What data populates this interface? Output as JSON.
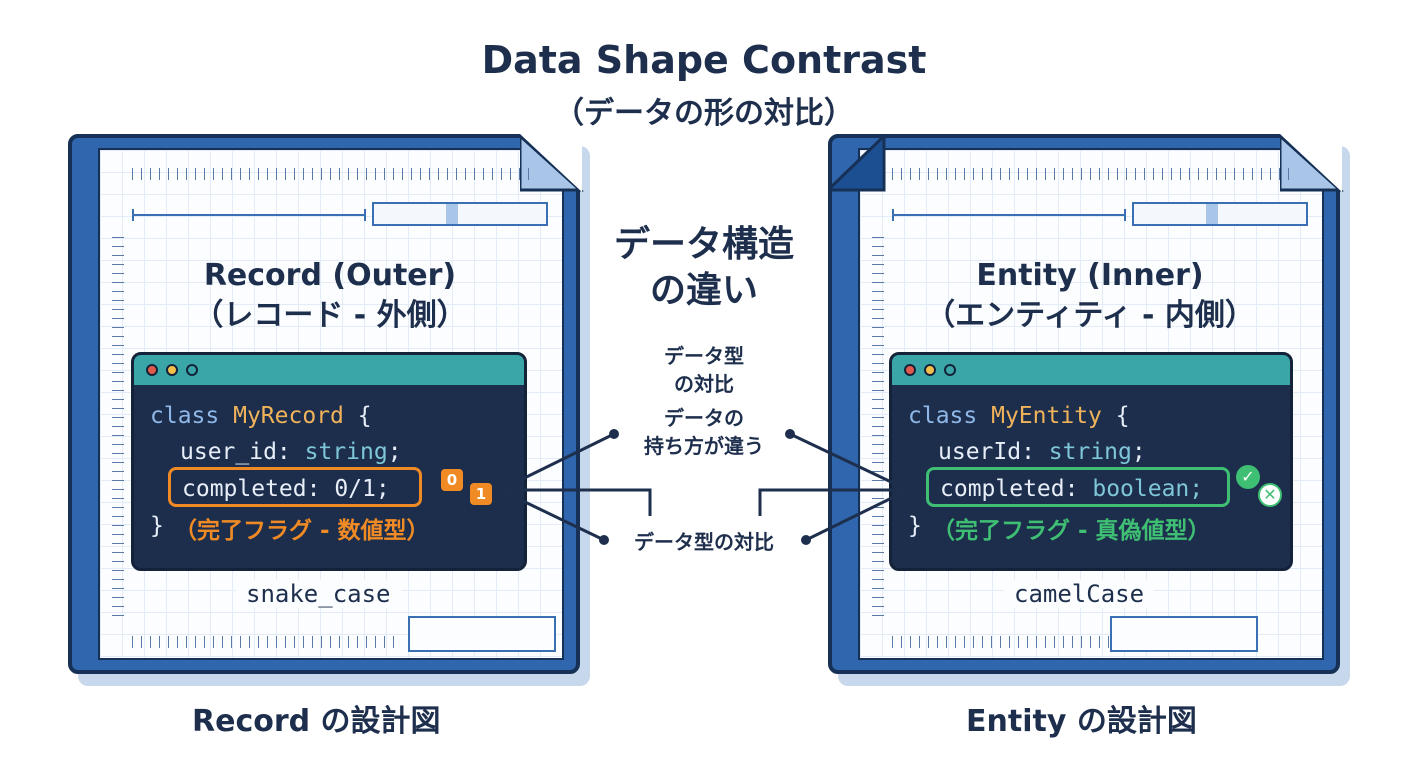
{
  "title": "Data Shape Contrast",
  "subtitle": "（データの形の対比）",
  "center": {
    "heading_line1": "データ構造",
    "heading_line2": "の違い",
    "note1_line1": "データ型",
    "note1_line2": "の対比",
    "note2_line1": "データの",
    "note2_line2": "持ち方が違う",
    "note3": "データ型の対比"
  },
  "left": {
    "heading_line1": "Record (Outer)",
    "heading_line2": "（レコード - 外側）",
    "code": {
      "keyword": "class",
      "class_name": "MyRecord",
      "open_brace": "{",
      "field1_name": "user_id:",
      "field1_type": "string",
      "semicolon": ";",
      "field2": "completed: 0/1;",
      "close_brace": "}",
      "comment": "（完了フラグ - 数値型）"
    },
    "badge_0": "0",
    "badge_1": "1",
    "case_label": "snake_case",
    "footer": "Record の設計図"
  },
  "right": {
    "heading_line1": "Entity (Inner)",
    "heading_line2": "（エンティティ - 内側）",
    "code": {
      "keyword": "class",
      "class_name": "MyEntity",
      "open_brace": "{",
      "field1_name": "userId:",
      "field1_type": "string",
      "semicolon": ";",
      "field2_name": "completed:",
      "field2_type": "boolean;",
      "close_brace": "}",
      "comment": "（完了フラグ - 真偽値型）"
    },
    "check_icon": "check-icon",
    "cross_icon": "cross-icon",
    "case_label": "camelCase",
    "footer": "Entity の設計図"
  },
  "colors": {
    "navy": "#1e2f4d",
    "blueprint_blue": "#2f66ad",
    "code_bg": "#1c2e4c",
    "teal_bar": "#3aa6a8",
    "orange": "#f08a24",
    "green": "#3fbf73"
  }
}
